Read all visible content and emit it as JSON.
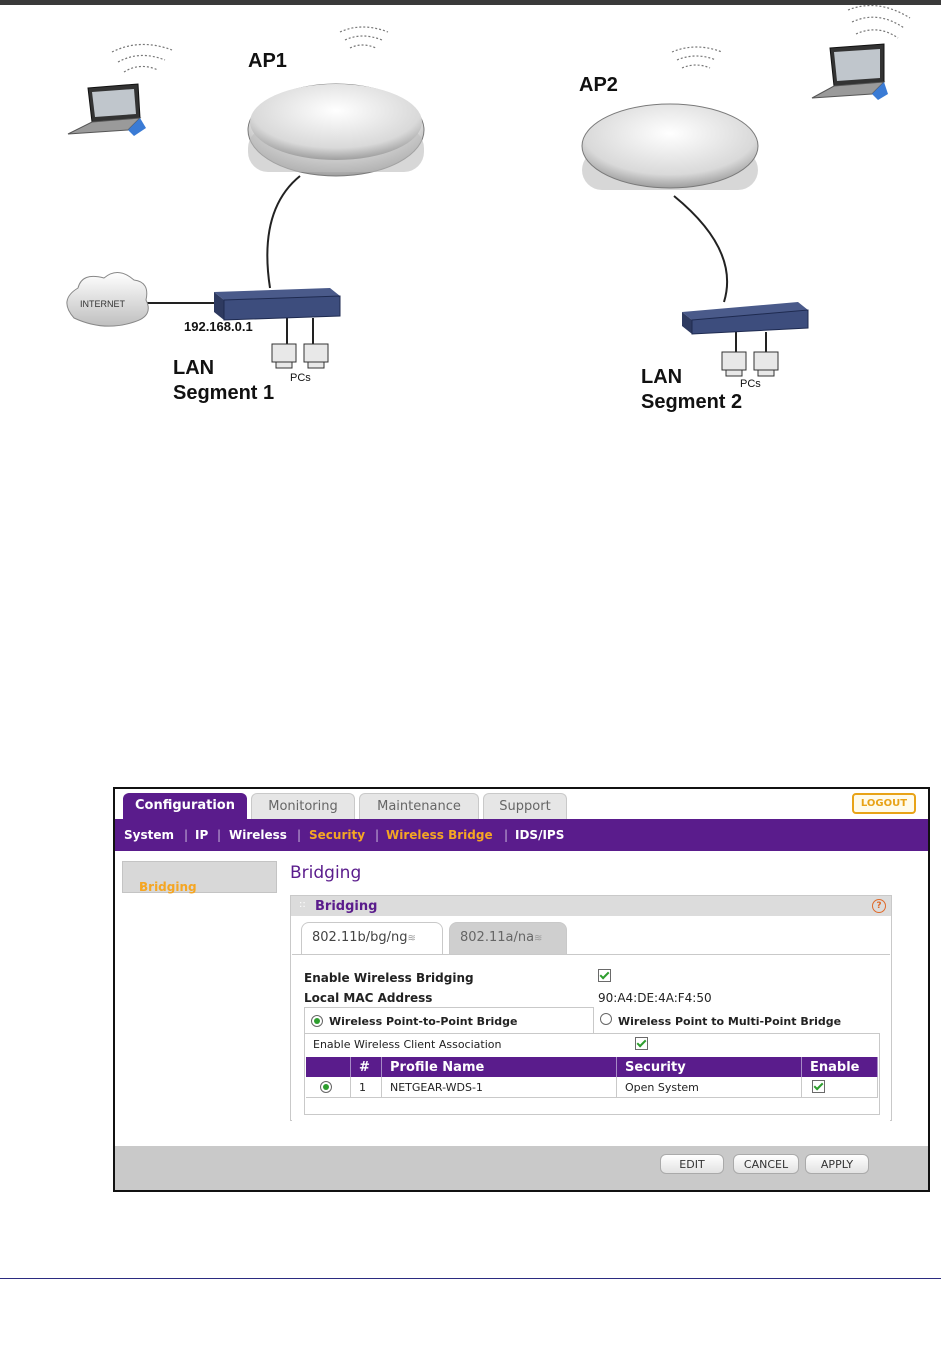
{
  "diagram": {
    "ap1_label": "AP1",
    "ap2_label": "AP2",
    "internet_label": "INTERNET",
    "ip_label": "192.168.0.1",
    "pcs_label_1": "PCs",
    "pcs_label_2": "PCs",
    "lan1_line1": "LAN",
    "lan1_line2": "Segment 1",
    "lan2_line1": "LAN",
    "lan2_line2": "Segment 2"
  },
  "ui": {
    "main_tabs": [
      "Configuration",
      "Monitoring",
      "Maintenance",
      "Support"
    ],
    "logout": "LOGOUT",
    "sub_nav": [
      "System",
      "IP",
      "Wireless",
      "Security",
      "Wireless Bridge",
      "IDS/IPS"
    ],
    "sidebar_item": "Bridging",
    "page_title": "Bridging",
    "panel_title": "Bridging",
    "help_icon": "?",
    "radio_tabs": [
      "802.11b/bg/ng",
      "802.11a/na"
    ],
    "enable_bridging_label": "Enable Wireless Bridging",
    "local_mac_label": "Local MAC Address",
    "local_mac_value": "90:A4:DE:4A:F4:50",
    "mode_p2p": "Wireless Point-to-Point Bridge",
    "mode_p2mp": "Wireless Point to Multi-Point Bridge",
    "client_assoc_label": "Enable Wireless Client Association",
    "table": {
      "headers": [
        "#",
        "Profile Name",
        "Security",
        "Enable"
      ],
      "rows": [
        {
          "num": "1",
          "profile": "NETGEAR-WDS-1",
          "security": "Open System"
        }
      ]
    },
    "buttons": {
      "edit": "EDIT",
      "cancel": "CANCEL",
      "apply": "APPLY"
    },
    "colors": {
      "brand_purple": "#5a1c8c",
      "highlight_orange": "#f5a623"
    }
  }
}
